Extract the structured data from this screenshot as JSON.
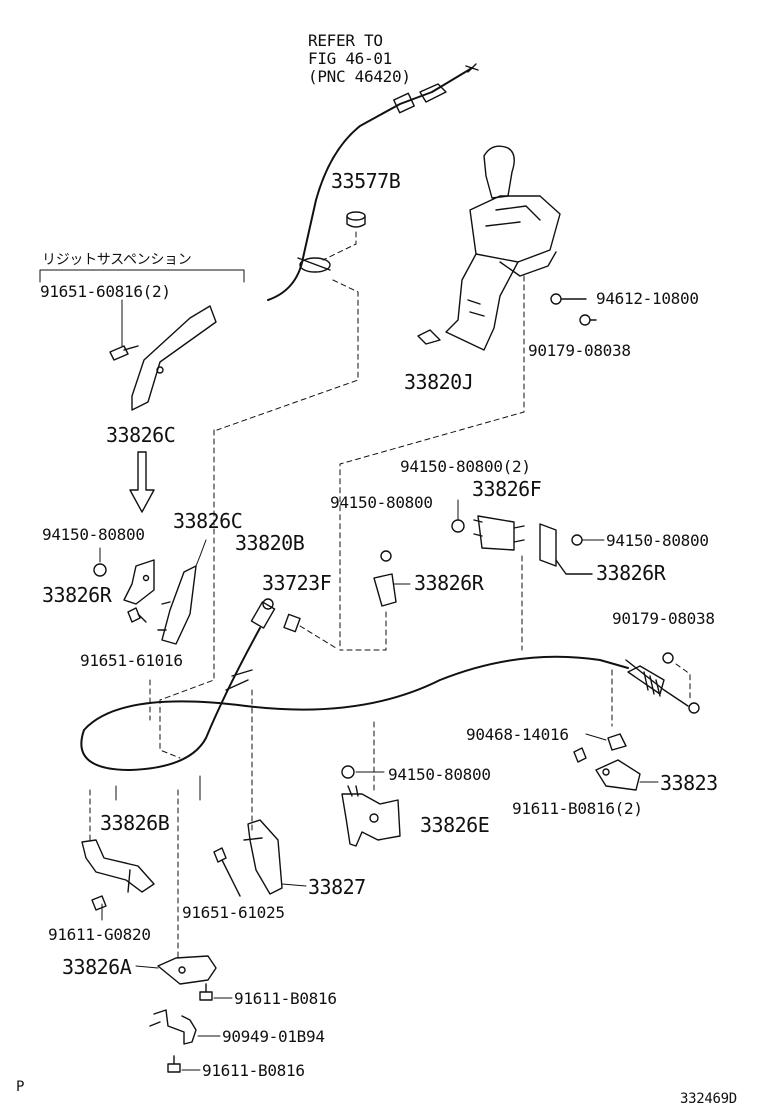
{
  "refer": {
    "line1": "REFER TO",
    "line2": "FIG 46-01",
    "line3": "(PNC 46420)"
  },
  "note_jp": "リジットサスペンション",
  "labels": {
    "p33577B": "33577B",
    "p91651_60816_2": "91651-60816(2)",
    "p94612_10800": "94612-10800",
    "p90179_08038_top": "90179-08038",
    "p33820J": "33820J",
    "p33826C_top": "33826C",
    "p94150_80800_2": "94150-80800(2)",
    "p33826F": "33826F",
    "p94150_80800_mid": "94150-80800",
    "p94150_80800_left": "94150-80800",
    "p33826C_mid": "33826C",
    "p33820B": "33820B",
    "p94150_80800_right": "94150-80800",
    "p33826R_left": "33826R",
    "p33723F": "33723F",
    "p33826R_mid": "33826R",
    "p33826R_right": "33826R",
    "p91651_61016": "91651-61016",
    "p90179_08038_right": "90179-08038",
    "p90468_14016": "90468-14016",
    "p94150_80800_low": "94150-80800",
    "p33823": "33823",
    "p91611_B0816_2": "91611-B0816(2)",
    "p33826B": "33826B",
    "p33826E": "33826E",
    "p33827": "33827",
    "p91651_61025": "91651-61025",
    "p91611_G0820": "91611-G0820",
    "p33826A": "33826A",
    "p91611_B0816_a": "91611-B0816",
    "p90949_01B94": "90949-01B94",
    "p91611_B0816_b": "91611-B0816"
  },
  "corner_letter": "P",
  "figure_code": "332469D"
}
